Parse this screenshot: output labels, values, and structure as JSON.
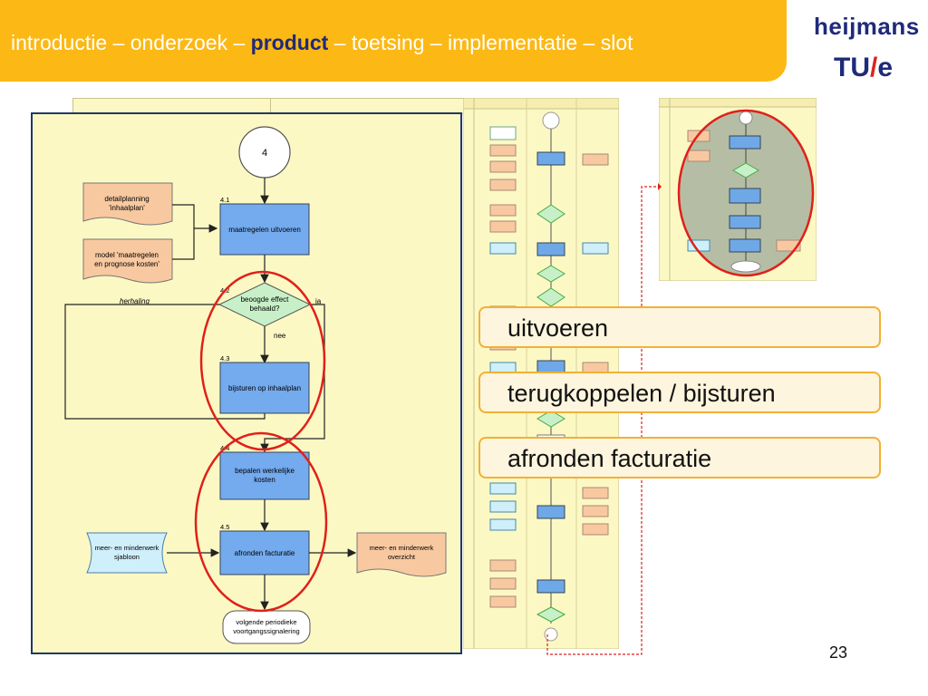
{
  "header": {
    "before": "introductie – onderzoek – ",
    "current": "product",
    "after": " – toetsing – implementatie – slot"
  },
  "logo": {
    "heijmans": "heijmans",
    "tu": "TU",
    "slash": "/",
    "e": "e"
  },
  "main_flow": {
    "start": "4",
    "doc_detailplanning": [
      "detailplanning",
      "'inhaalplan'"
    ],
    "doc_model": [
      "model 'maatregelen",
      "en prognose kosten'"
    ],
    "step_4_1": {
      "num": "4.1",
      "label": "maatregelen uitvoeren"
    },
    "step_4_2": {
      "num": "4.2",
      "label": [
        "beoogde effect",
        "behaald?"
      ]
    },
    "loop_label": "herhaling",
    "yes_label": "ja",
    "no_label": "nee",
    "step_4_3": {
      "num": "4.3",
      "label": "bijsturen op inhaalplan"
    },
    "step_4_4": {
      "num": "4.4",
      "label": [
        "bepalen werkelijke",
        "kosten"
      ]
    },
    "step_4_5": {
      "num": "4.5",
      "label": "afronden facturatie"
    },
    "doc_sjabloon": [
      "meer- en minderwerk",
      "sjabloon"
    ],
    "doc_overzicht": [
      "meer- en minderwerk",
      "overzicht"
    ],
    "end": [
      "volgende periodieke",
      "voortgangssignalering"
    ]
  },
  "steps": [
    {
      "label": "uitvoeren"
    },
    {
      "label": "terugkoppelen / bijsturen"
    },
    {
      "label": "afronden facturatie"
    }
  ],
  "page_number": "23"
}
